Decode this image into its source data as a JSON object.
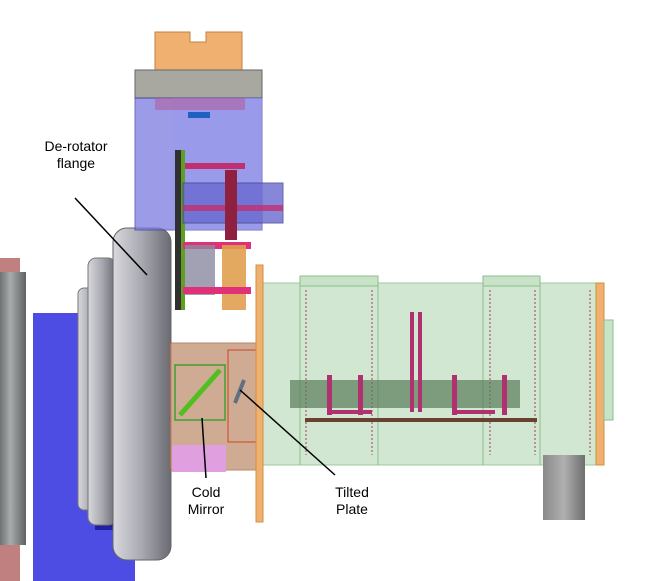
{
  "labels": {
    "derotator": "De-rotator\nflange",
    "cold_mirror": "Cold\nMirror",
    "tilted_plate": "Tilted\nPlate"
  },
  "colors": {
    "cylinder_green": "#c9e3c9",
    "housing_blue": "#8a8ae6",
    "base_blue": "#3a3ae0",
    "orange": "#f0b070",
    "flange_gray": "#b8b8be",
    "magenta": "#d0307a"
  }
}
